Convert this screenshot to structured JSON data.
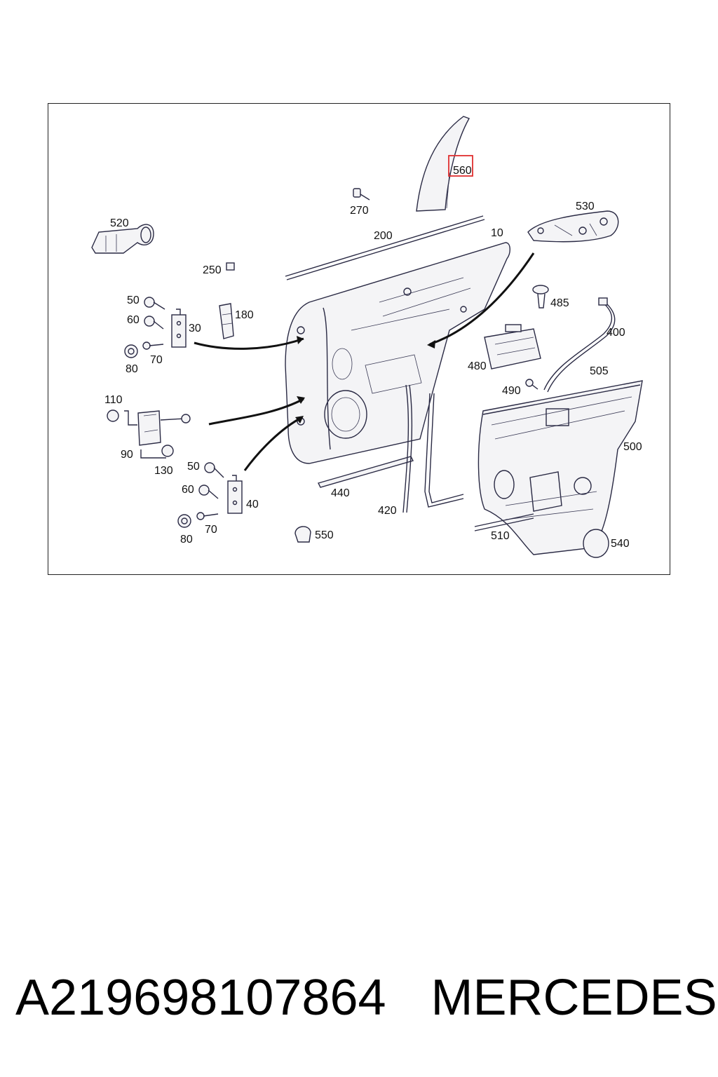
{
  "caption": {
    "part_number": "A219698107864",
    "brand": "MERCEDES"
  },
  "highlighted_callout": "560",
  "colors": {
    "highlight_box": "#e03030",
    "line_art": "#2a2a44",
    "text": "#111111"
  },
  "callouts": {
    "c560": "560",
    "c270": "270",
    "c520": "520",
    "c530": "530",
    "c200": "200",
    "c10": "10",
    "c250": "250",
    "c485": "485",
    "c50a": "50",
    "c180": "180",
    "c60a": "60",
    "c30": "30",
    "c400": "400",
    "c80a": "80",
    "c70a": "70",
    "c480": "480",
    "c505": "505",
    "c490": "490",
    "c110": "110",
    "c500": "500",
    "c90": "90",
    "c130": "130",
    "c50b": "50",
    "c60b": "60",
    "c40": "40",
    "c440": "440",
    "c420": "420",
    "c80b": "80",
    "c70b": "70",
    "c550": "550",
    "c510": "510",
    "c540": "540"
  }
}
